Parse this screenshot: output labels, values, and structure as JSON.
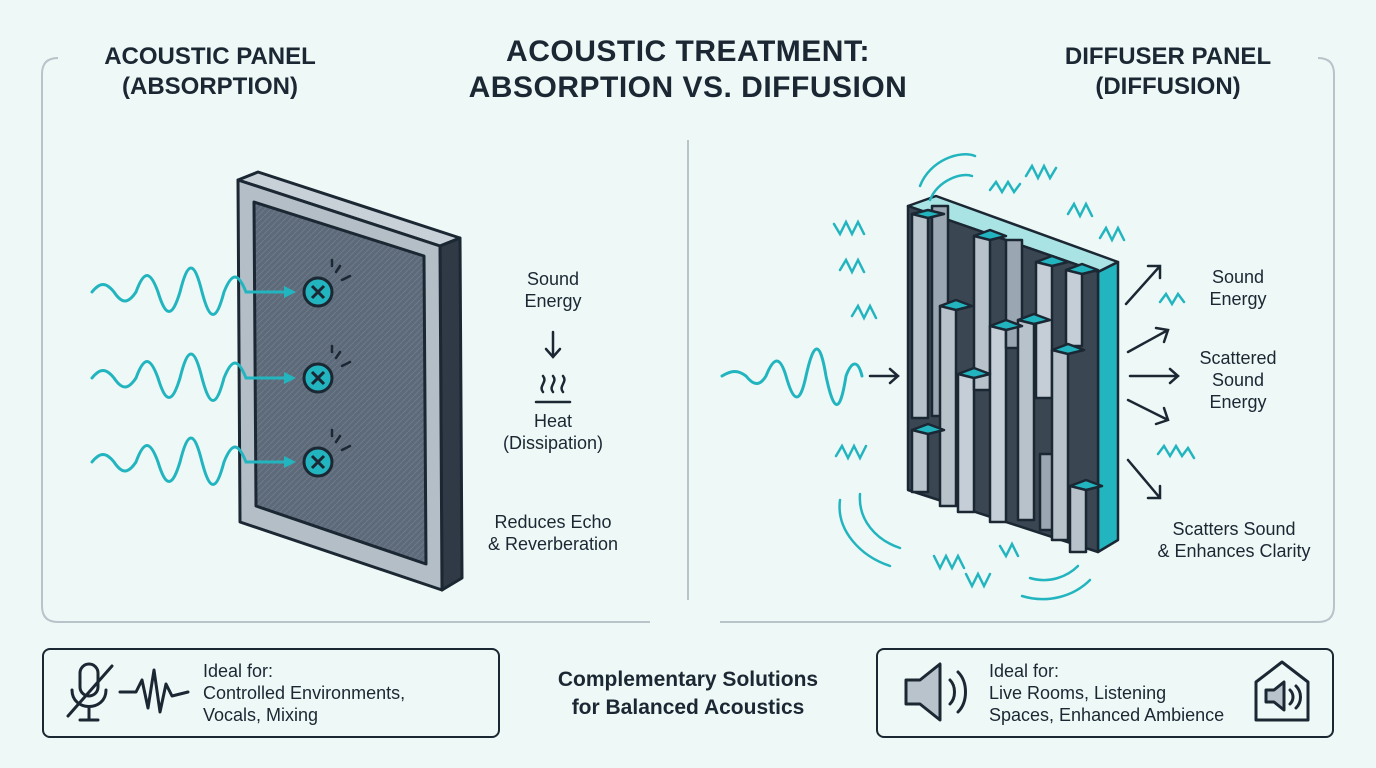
{
  "title_line1": "ACOUSTIC TREATMENT:",
  "title_line2": "ABSORPTION VS. DIFFUSION",
  "left": {
    "title_line1": "ACOUSTIC PANEL",
    "title_line2": "(ABSORPTION)",
    "flow": {
      "energy_line1": "Sound",
      "energy_line2": "Energy",
      "heat_line1": "Heat",
      "heat_line2": "(Dissipation)"
    },
    "effect_line1": "Reduces Echo",
    "effect_line2": "& Reverberation"
  },
  "right": {
    "title_line1": "DIFFUSER PANEL",
    "title_line2": "(DIFFUSION)",
    "energy_line1": "Sound",
    "energy_line2": "Energy",
    "scattered_line1": "Scattered",
    "scattered_line2": "Sound",
    "scattered_line3": "Energy",
    "effect_line1": "Scatters Sound",
    "effect_line2": "& Enhances Clarity"
  },
  "bottom": {
    "left_ideal_heading": "Ideal for:",
    "left_ideal_line1": "Controlled Environments,",
    "left_ideal_line2": "Vocals, Mixing",
    "center_line1": "Complementary Solutions",
    "center_line2": "for Balanced Acoustics",
    "right_ideal_heading": "Ideal for:",
    "right_ideal_line1": "Live Rooms, Listening",
    "right_ideal_line2": "Spaces, Enhanced Ambience"
  },
  "icons": {
    "left": [
      "muted-microphone-icon",
      "waveform-icon"
    ],
    "right": [
      "speaker-icon",
      "house-speaker-icon"
    ]
  },
  "colors": {
    "teal": "#22b5bf",
    "dark": "#1b2733",
    "panel": "#5e6b7a",
    "frame": "#b9c3cc",
    "background": "#eef8f6"
  }
}
